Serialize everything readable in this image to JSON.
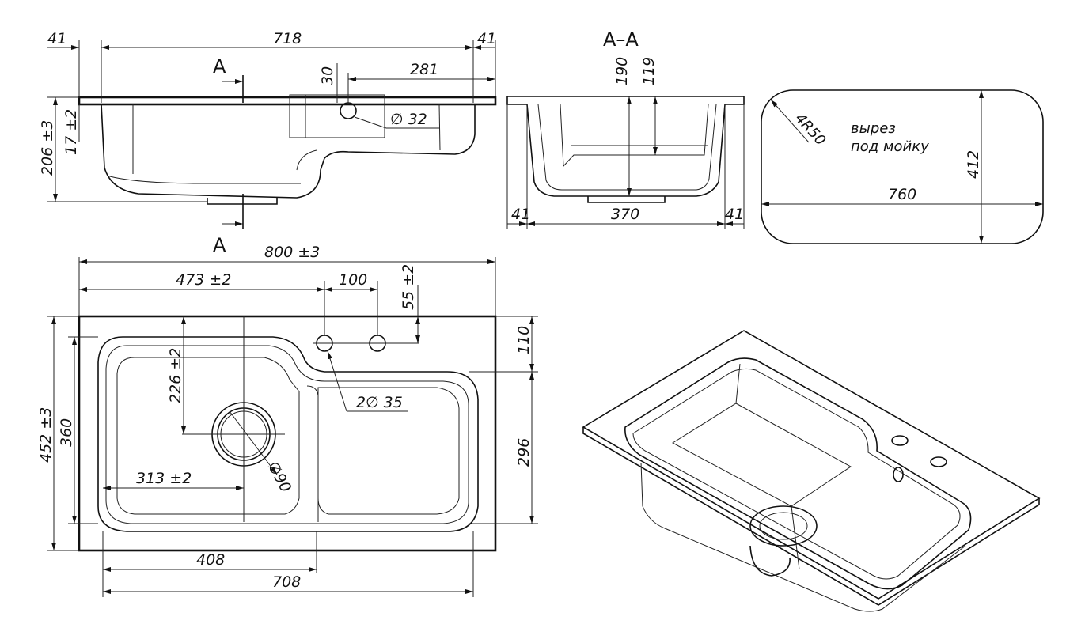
{
  "side_view": {
    "dim_left_41": "41",
    "dim_top_718": "718",
    "dim_right_41": "41",
    "dim_30": "30",
    "dim_281": "281",
    "dim_phi32": "∅ 32",
    "dim_206": "206 ±3",
    "dim_17": "17 ±2",
    "section_mark_top": "A",
    "section_mark_bottom": "A"
  },
  "section_view": {
    "title": "A–A",
    "dim_190": "190",
    "dim_119": "119",
    "dim_left_41": "41",
    "dim_370": "370",
    "dim_right_41": "41"
  },
  "cutout_view": {
    "radius": "4R50",
    "note_line1": "вырез",
    "note_line2": "под мойку",
    "width": "760",
    "height": "412"
  },
  "plan_view": {
    "dim_800": "800 ±3",
    "dim_473": "473 ±2",
    "dim_100": "100",
    "dim_55": "55 ±2",
    "dim_110": "110",
    "dim_226": "226 ±2",
    "dim_2phi35": "2∅ 35",
    "dim_452": "452 ±3",
    "dim_360": "360",
    "dim_296": "296",
    "dim_313": "313 ±2",
    "dim_phi90": "∅90",
    "dim_408": "408",
    "dim_708": "708"
  }
}
